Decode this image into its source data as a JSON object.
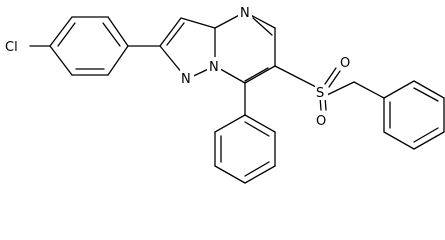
{
  "atoms": {
    "chlorine": "Cl",
    "nitrogen_top": "N",
    "nitrogen_bridge": "N",
    "nitrogen_left": "N",
    "sulfur": "S",
    "oxygen_upper": "O",
    "oxygen_lower": "O"
  }
}
